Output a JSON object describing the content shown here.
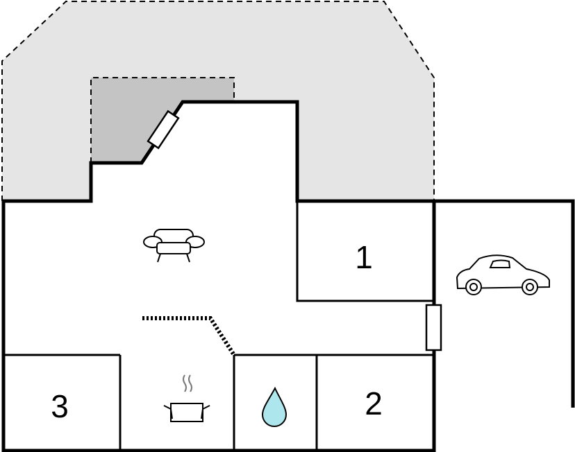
{
  "rooms": [
    {
      "id": "bedroom-1",
      "number": "1"
    },
    {
      "id": "bedroom-2",
      "number": "2"
    },
    {
      "id": "bedroom-3",
      "number": "3"
    }
  ],
  "icons": {
    "living": "sofa-icon",
    "kitchen": "cooking-pot-icon",
    "bathroom": "water-drop-icon",
    "garage": "car-icon",
    "window": "window-icon"
  },
  "colors": {
    "wall": "#000000",
    "terrace": "#e5e5e5",
    "covered_terrace": "#c4c4c4",
    "water_drop": "#aee6ee",
    "background": "#ffffff"
  }
}
